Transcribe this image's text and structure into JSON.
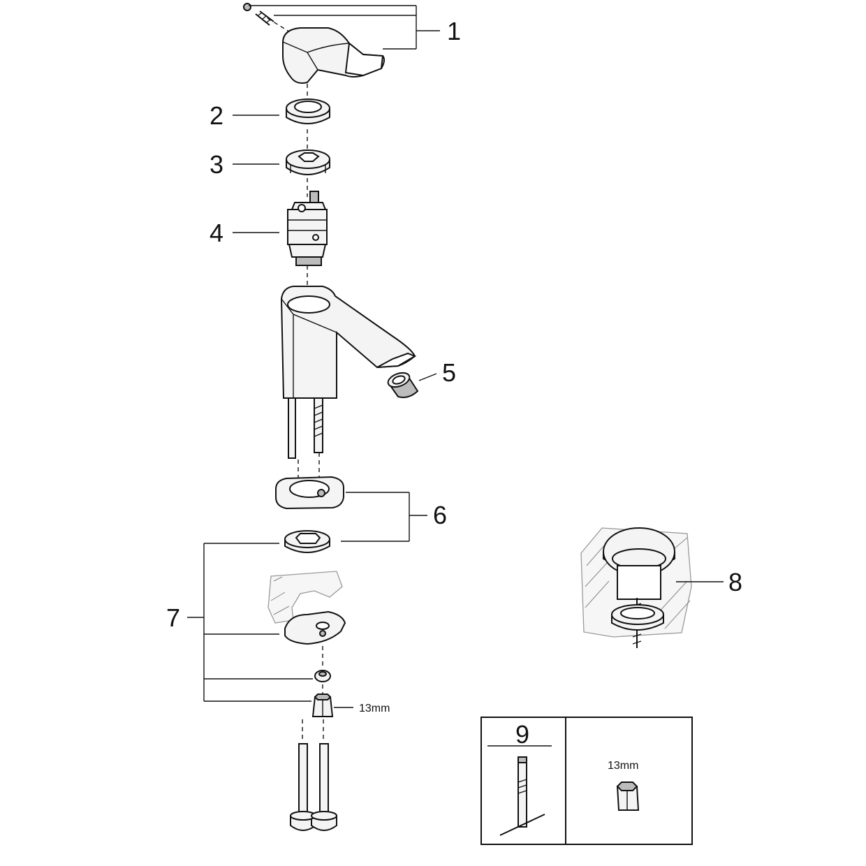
{
  "parts": {
    "p1": {
      "label": "1"
    },
    "p2": {
      "label": "2"
    },
    "p3": {
      "label": "3"
    },
    "p4": {
      "label": "4"
    },
    "p5": {
      "label": "5"
    },
    "p6": {
      "label": "6"
    },
    "p7": {
      "label": "7"
    },
    "p8": {
      "label": "8"
    },
    "p9": {
      "label": "9"
    }
  },
  "annotations": {
    "nut_size": "13mm",
    "box_nut_size": "13mm"
  }
}
